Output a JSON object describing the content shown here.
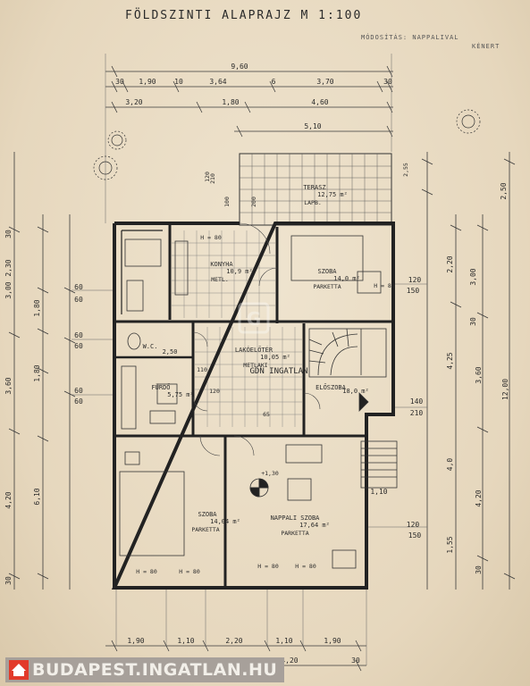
{
  "title": "FÖLDSZINTI  ALAPRAJZ   M 1:100",
  "note_line1": "MÓDOSÍTÁS: NAPPALIVAL",
  "note_line2": "KÉNERT",
  "watermark_brand": "BUDAPEST.INGATLAN.HU",
  "watermark_center": "GDN INGATLAN",
  "rooms": [
    {
      "name": "TERASZ",
      "area": "12,75 m²",
      "floor": "LAPB."
    },
    {
      "name": "KONYHA",
      "area": "10,9 m²",
      "floor": "METL."
    },
    {
      "name": "SZOBA",
      "area": "14,0 m²",
      "floor": "PARKETTA"
    },
    {
      "name": "W.C.",
      "area": "2,50",
      "floor": ""
    },
    {
      "name": "LAKÓELŐTÉR",
      "area": "10,05 m²",
      "floor": "METLAKI"
    },
    {
      "name": "FÜRDŐ",
      "area": "5,75 m²",
      "floor": ""
    },
    {
      "name": "ELŐSZOBA",
      "area": "18,0 m²",
      "floor": ""
    },
    {
      "name": "SZOBA",
      "area": "14,04 m²",
      "floor": "PARKETTA"
    },
    {
      "name": "NAPPALI SZOBA",
      "area": "17,64 m²",
      "floor": "PARKETTA"
    }
  ],
  "dims_top": [
    "9,60",
    "30",
    "1,90",
    "10",
    "3,64",
    "6",
    "3,70",
    "30",
    "3,20",
    "1,80",
    "4,60",
    "5,10"
  ],
  "dims_bottom": [
    "1,90",
    "1,10",
    "2,20",
    "1,10",
    "1,90",
    "4,20",
    "30",
    "3,54"
  ],
  "dims_left": [
    "30",
    "2,30",
    "3,00",
    "1,80",
    "1,80",
    "3,60",
    "6,10",
    "4,20",
    "30",
    "60",
    "60",
    "60",
    "60",
    "60",
    "60"
  ],
  "dims_right": [
    "2,50",
    "2,20",
    "3,00",
    "30",
    "3,60",
    "4,25",
    "12,00",
    "4,0",
    "4,20",
    "1,55",
    "30",
    "1,10",
    "120",
    "150",
    "140",
    "210",
    "120",
    "150"
  ],
  "misc_labels": [
    "H = 80",
    "H = 80",
    "H = 80",
    "H = 80",
    "H = 80",
    "H = 80",
    "+1,30",
    "120",
    "100",
    "200",
    "210",
    "120",
    "110",
    "65",
    "2,55"
  ]
}
